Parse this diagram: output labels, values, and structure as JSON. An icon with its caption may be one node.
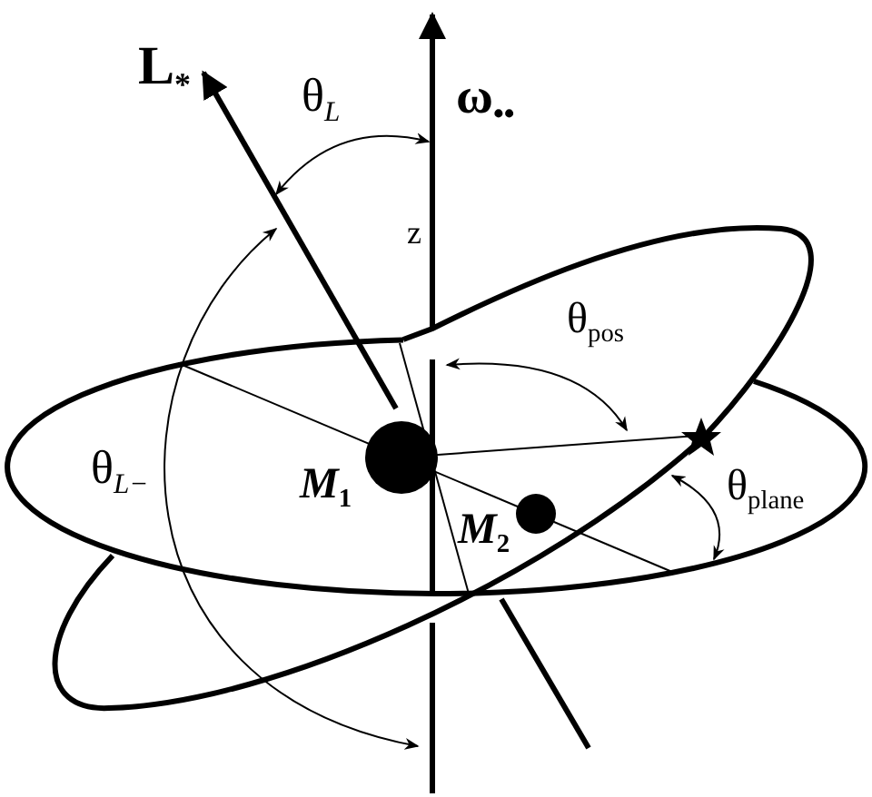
{
  "diagram": {
    "labels": [
      "L$_{*}$",
      "θ$_{L}$",
      "ω$_{••}$",
      "z",
      "θ$_{pos}$",
      "θ$_{L−}$",
      "*M*$_{1}$",
      "*M*$_{2}$",
      "θ$_{plane}$"
    ]
  }
}
